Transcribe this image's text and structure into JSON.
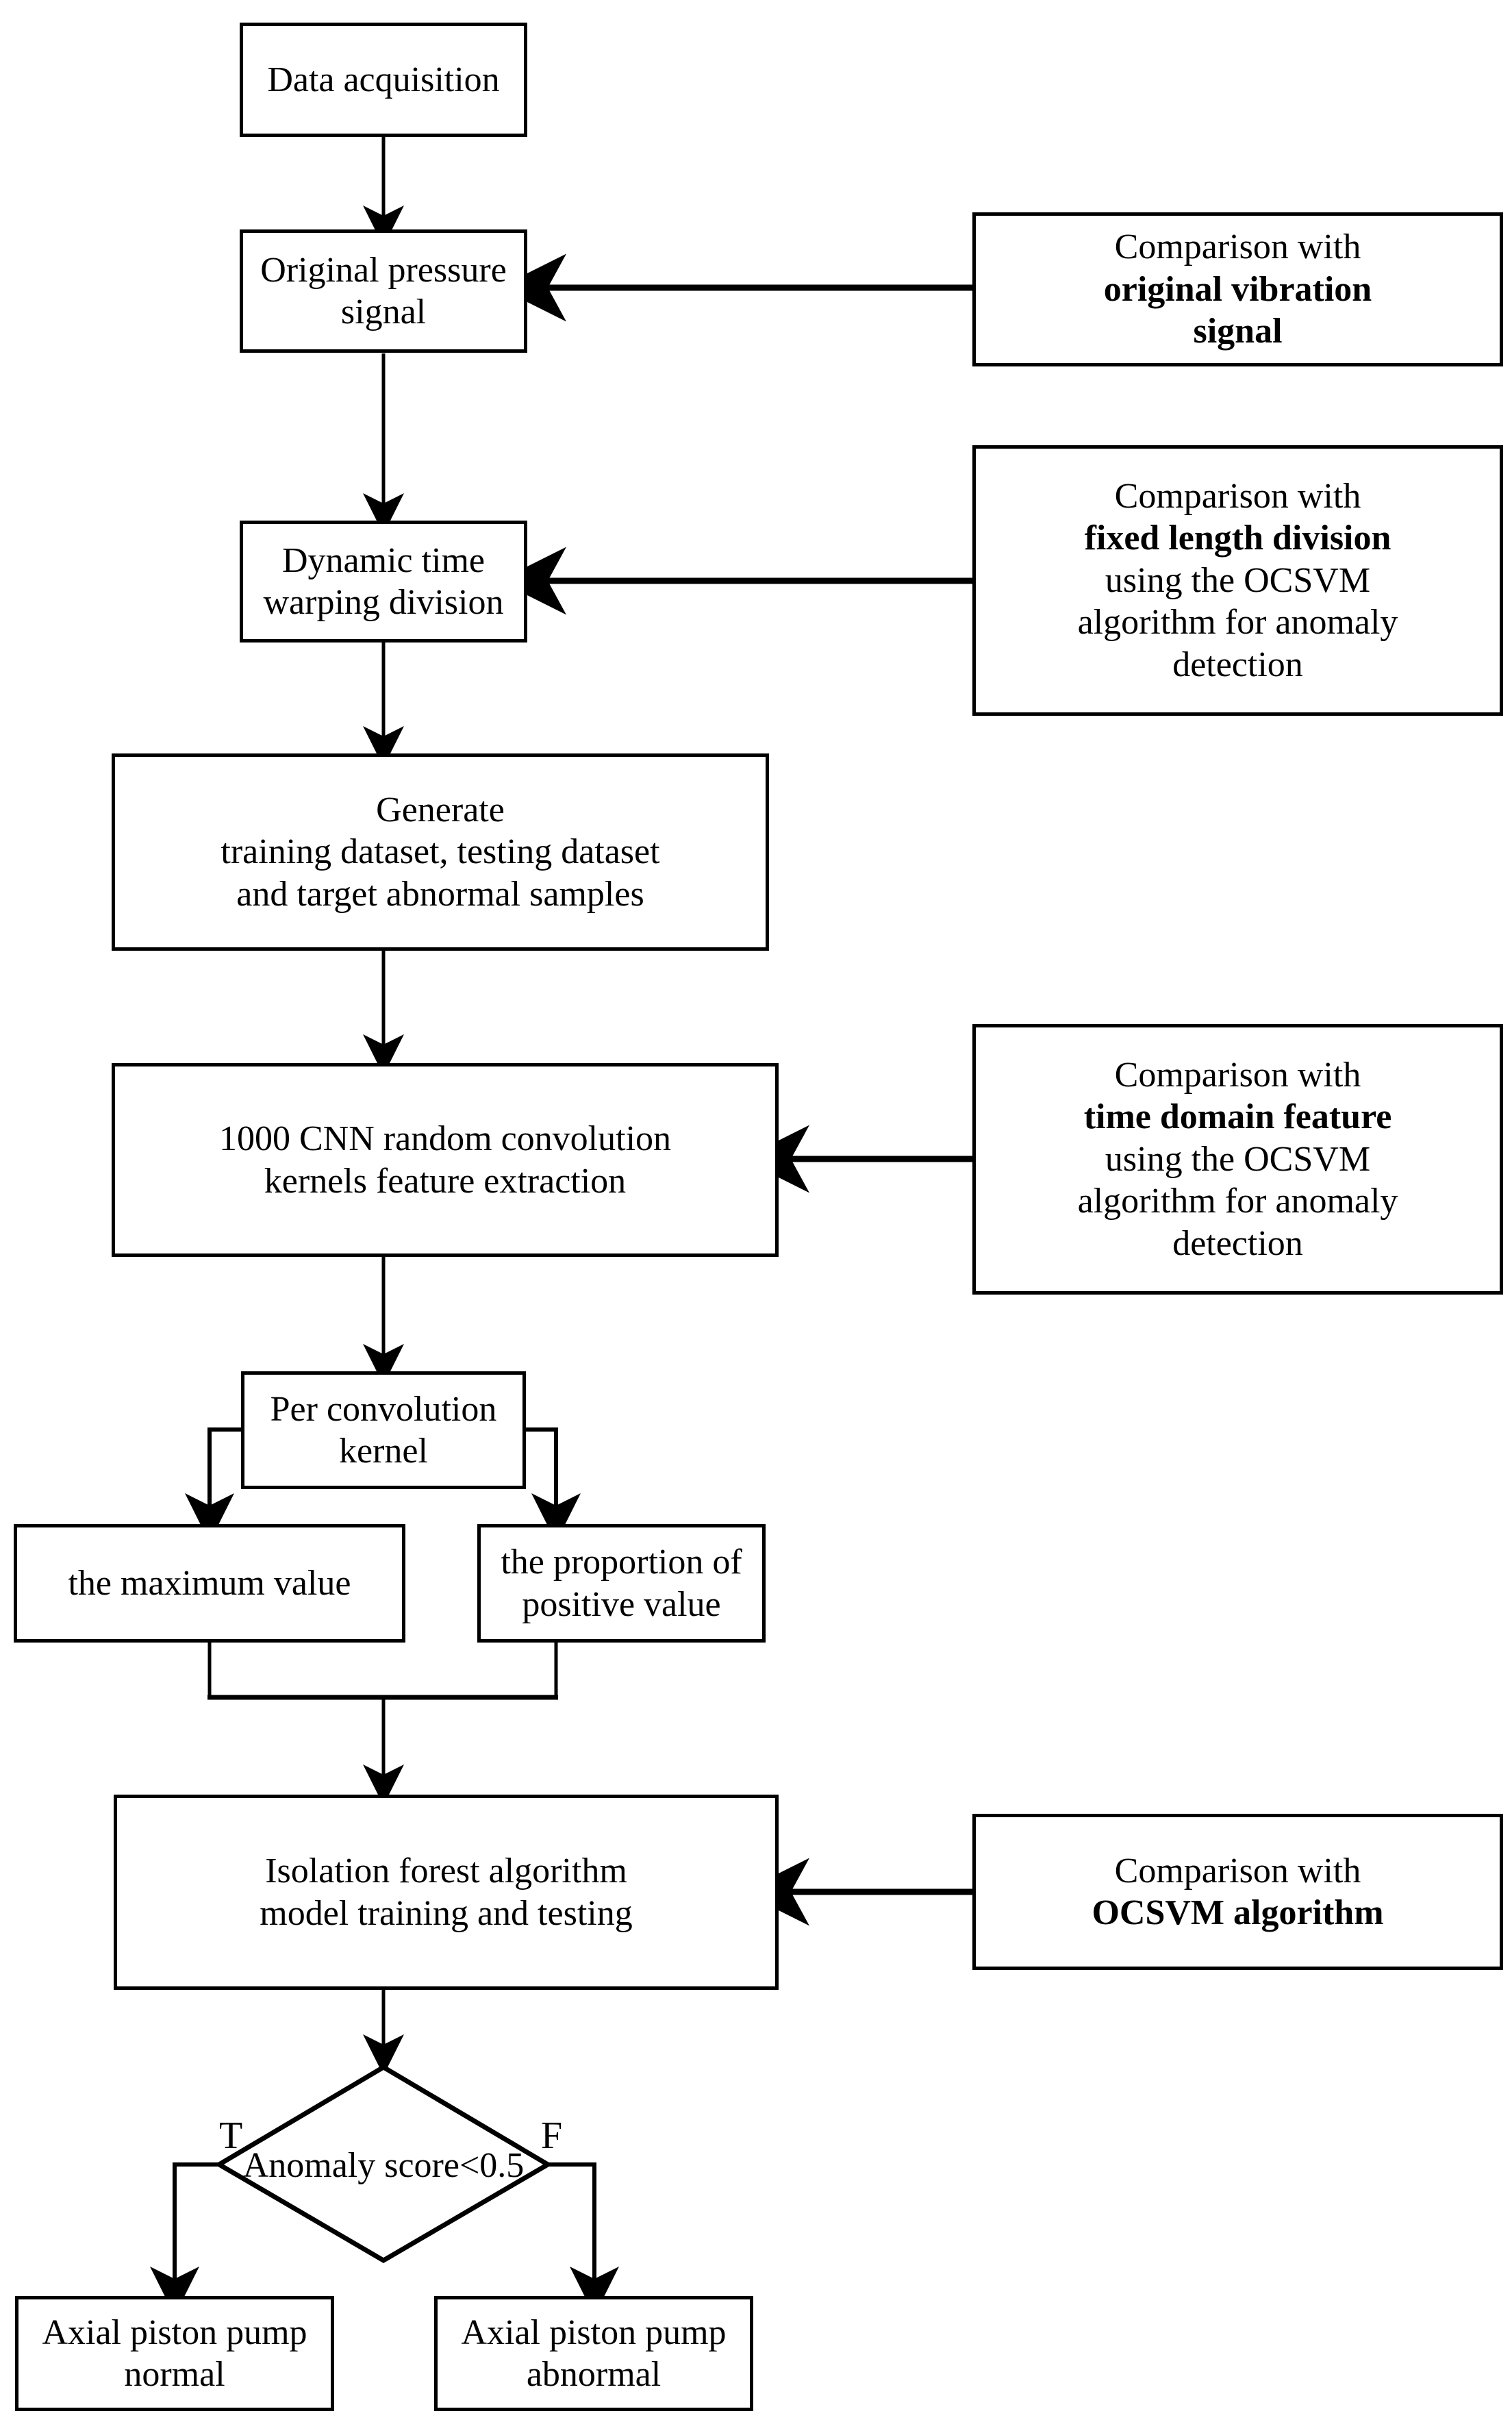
{
  "diagram": {
    "title_visible": false,
    "stroke_color": "#000000",
    "background_color": "#ffffff",
    "type": "flowchart"
  },
  "nodes": {
    "data_acquisition": {
      "lines": [
        "Data acquisition"
      ]
    },
    "original_pressure_signal": {
      "lines": [
        "Original pressure",
        "signal"
      ]
    },
    "dynamic_time_warping": {
      "lines": [
        "Dynamic time",
        "warping division"
      ]
    },
    "generate_datasets": {
      "lines": [
        "Generate",
        "training dataset, testing dataset",
        "and target abnormal samples"
      ]
    },
    "cnn_feature_extraction": {
      "lines": [
        "1000 CNN random convolution",
        "kernels feature extraction"
      ]
    },
    "per_convolution_kernel": {
      "lines": [
        "Per convolution",
        "kernel"
      ]
    },
    "maximum_value": {
      "lines": [
        "the maximum value"
      ]
    },
    "proportion_positive": {
      "lines": [
        "the proportion of",
        "positive value"
      ]
    },
    "isolation_forest": {
      "lines": [
        "Isolation forest algorithm",
        "model training and testing"
      ]
    },
    "decision": {
      "label": "Anomaly score<0.5"
    },
    "pump_normal": {
      "lines": [
        "Axial piston pump",
        "normal"
      ]
    },
    "pump_abnormal": {
      "lines": [
        "Axial piston pump",
        "abnormal"
      ]
    }
  },
  "comparison_nodes": {
    "original_vibration": {
      "lines": [
        {
          "text": "Comparison with",
          "bold": false
        },
        {
          "text": "original vibration",
          "bold": true
        },
        {
          "text": "signal",
          "bold": true
        }
      ]
    },
    "fixed_length_division": {
      "lines": [
        {
          "text": "Comparison with",
          "bold": false
        },
        {
          "text": "fixed length division",
          "bold": true
        },
        {
          "text": "using the OCSVM",
          "bold": false
        },
        {
          "text": "algorithm for anomaly",
          "bold": false
        },
        {
          "text": "detection",
          "bold": false
        }
      ]
    },
    "time_domain_feature": {
      "lines": [
        {
          "text": "Comparison with",
          "bold": false
        },
        {
          "text": "time domain feature",
          "bold": true
        },
        {
          "text": "using the OCSVM",
          "bold": false
        },
        {
          "text": "algorithm for anomaly",
          "bold": false
        },
        {
          "text": "detection",
          "bold": false
        }
      ]
    },
    "ocsvm_algorithm": {
      "lines": [
        {
          "text": "Comparison with",
          "bold": false
        },
        {
          "text": "OCSVM algorithm",
          "bold": true
        }
      ]
    }
  },
  "branch_labels": {
    "true": "T",
    "false": "F"
  }
}
